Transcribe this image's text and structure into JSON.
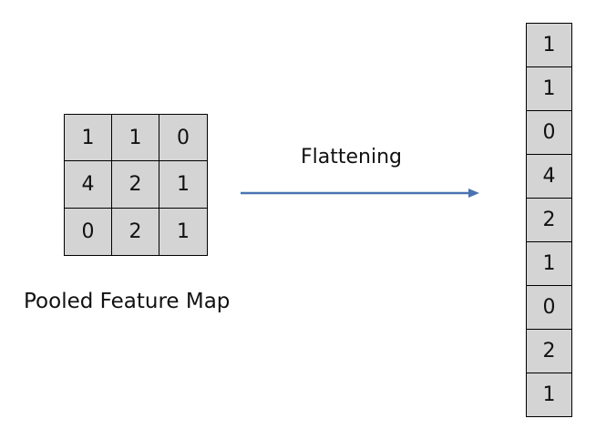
{
  "pooled_feature_map": {
    "caption": "Pooled Feature Map",
    "rows": [
      [
        "1",
        "1",
        "0"
      ],
      [
        "4",
        "2",
        "1"
      ],
      [
        "0",
        "2",
        "1"
      ]
    ]
  },
  "operation": {
    "label": "Flattening",
    "arrow_color": "#4a72b0"
  },
  "flattened_vector": {
    "values": [
      "1",
      "1",
      "0",
      "4",
      "2",
      "1",
      "0",
      "2",
      "1"
    ]
  },
  "colors": {
    "cell_fill": "#d4d4d4",
    "border": "#000000"
  }
}
